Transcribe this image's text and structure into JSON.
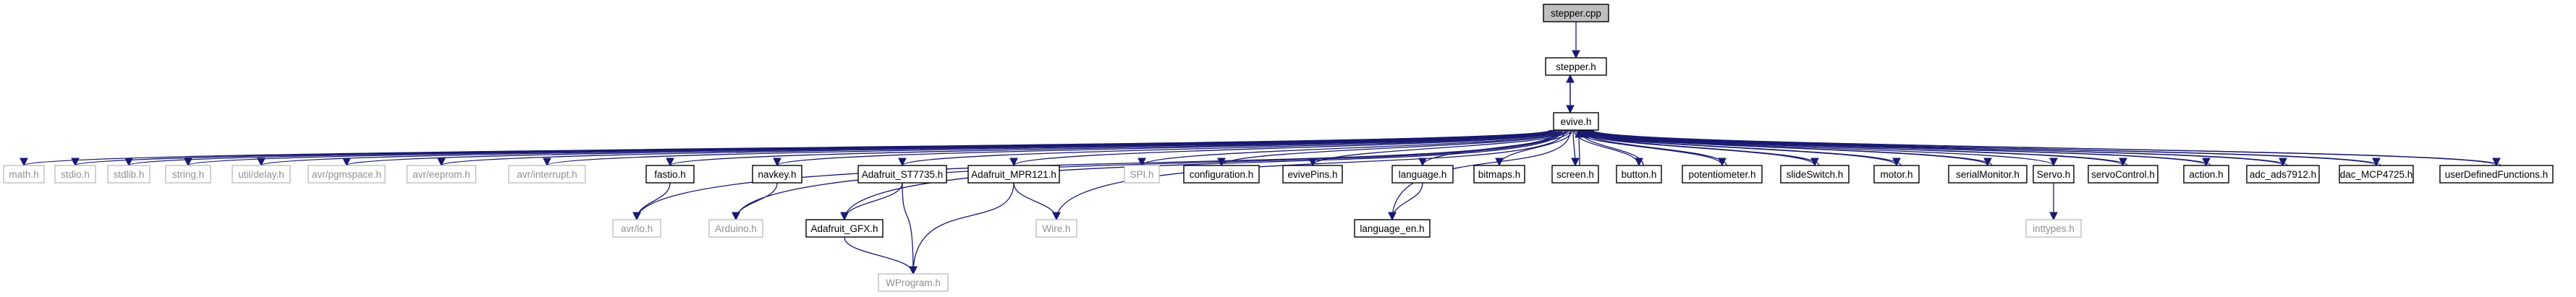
{
  "title": "stepper.cpp",
  "colors": {
    "edge": "#191970",
    "root_fill": "#bfbfbf",
    "root_stroke": "#000000",
    "documented_stroke": "#000000",
    "documented_text": "#000000",
    "external_stroke": "#bfbfbf",
    "external_text": "#909090",
    "node_fill": "#ffffff"
  },
  "nodes": [
    {
      "id": "n_stepper_cpp",
      "label": "stepper.cpp",
      "kind": "root"
    },
    {
      "id": "n_stepper_h",
      "label": "stepper.h",
      "kind": "documented"
    },
    {
      "id": "n_evive_h",
      "label": "evive.h",
      "kind": "documented"
    },
    {
      "id": "n_math_h",
      "label": "math.h",
      "kind": "external"
    },
    {
      "id": "n_stdio_h",
      "label": "stdio.h",
      "kind": "external"
    },
    {
      "id": "n_stdlib_h",
      "label": "stdlib.h",
      "kind": "external"
    },
    {
      "id": "n_string_h",
      "label": "string.h",
      "kind": "external"
    },
    {
      "id": "n_util_delay_h",
      "label": "util/delay.h",
      "kind": "external"
    },
    {
      "id": "n_avr_pgmspace_h",
      "label": "avr/pgmspace.h",
      "kind": "external"
    },
    {
      "id": "n_avr_eeprom_h",
      "label": "avr/eeprom.h",
      "kind": "external"
    },
    {
      "id": "n_avr_interrupt_h",
      "label": "avr/interrupt.h",
      "kind": "external"
    },
    {
      "id": "n_fastio_h",
      "label": "fastio.h",
      "kind": "documented"
    },
    {
      "id": "n_navkey_h",
      "label": "navkey.h",
      "kind": "documented"
    },
    {
      "id": "n_adafruit_st7735_h",
      "label": "Adafruit_ST7735.h",
      "kind": "documented"
    },
    {
      "id": "n_adafruit_mpr121_h",
      "label": "Adafruit_MPR121.h",
      "kind": "documented"
    },
    {
      "id": "n_spi_h",
      "label": "SPI.h",
      "kind": "external"
    },
    {
      "id": "n_configuration_h",
      "label": "configuration.h",
      "kind": "documented"
    },
    {
      "id": "n_evivepins_h",
      "label": "evivePins.h",
      "kind": "documented"
    },
    {
      "id": "n_language_h",
      "label": "language.h",
      "kind": "documented"
    },
    {
      "id": "n_bitmaps_h",
      "label": "bitmaps.h",
      "kind": "documented"
    },
    {
      "id": "n_screen_h",
      "label": "screen.h",
      "kind": "documented"
    },
    {
      "id": "n_button_h",
      "label": "button.h",
      "kind": "documented"
    },
    {
      "id": "n_potentiometer_h",
      "label": "potentiometer.h",
      "kind": "documented"
    },
    {
      "id": "n_slideswitch_h",
      "label": "slideSwitch.h",
      "kind": "documented"
    },
    {
      "id": "n_motor_h",
      "label": "motor.h",
      "kind": "documented"
    },
    {
      "id": "n_serialmonitor_h",
      "label": "serialMonitor.h",
      "kind": "documented"
    },
    {
      "id": "n_servo_h",
      "label": "Servo.h",
      "kind": "documented"
    },
    {
      "id": "n_servocontrol_h",
      "label": "servoControl.h",
      "kind": "documented"
    },
    {
      "id": "n_action_h",
      "label": "action.h",
      "kind": "documented"
    },
    {
      "id": "n_adc_ads7912_h",
      "label": "adc_ads7912.h",
      "kind": "documented"
    },
    {
      "id": "n_dac_mcp4725_h",
      "label": "dac_MCP4725.h",
      "kind": "documented"
    },
    {
      "id": "n_userdefinedfunctions_h",
      "label": "userDefinedFunctions.h",
      "kind": "documented"
    },
    {
      "id": "n_avr_io_h",
      "label": "avr/io.h",
      "kind": "external"
    },
    {
      "id": "n_arduino_h",
      "label": "Arduino.h",
      "kind": "external"
    },
    {
      "id": "n_adafruit_gfx_h",
      "label": "Adafruit_GFX.h",
      "kind": "documented"
    },
    {
      "id": "n_wire_h",
      "label": "Wire.h",
      "kind": "external"
    },
    {
      "id": "n_language_en_h",
      "label": "language_en.h",
      "kind": "documented"
    },
    {
      "id": "n_inttypes_h",
      "label": "inttypes.h",
      "kind": "external"
    },
    {
      "id": "n_wprogram_h",
      "label": "WProgram.h",
      "kind": "external"
    }
  ],
  "edges": [
    {
      "from": "n_stepper_cpp",
      "to": "n_stepper_h"
    },
    {
      "from": "n_stepper_h",
      "to": "n_evive_h"
    },
    {
      "from": "n_evive_h",
      "to": "n_stepper_h"
    },
    {
      "from": "n_evive_h",
      "to": "n_math_h"
    },
    {
      "from": "n_evive_h",
      "to": "n_stdio_h"
    },
    {
      "from": "n_evive_h",
      "to": "n_stdlib_h"
    },
    {
      "from": "n_evive_h",
      "to": "n_string_h"
    },
    {
      "from": "n_evive_h",
      "to": "n_util_delay_h"
    },
    {
      "from": "n_evive_h",
      "to": "n_avr_pgmspace_h"
    },
    {
      "from": "n_evive_h",
      "to": "n_avr_eeprom_h"
    },
    {
      "from": "n_evive_h",
      "to": "n_avr_interrupt_h"
    },
    {
      "from": "n_evive_h",
      "to": "n_fastio_h"
    },
    {
      "from": "n_evive_h",
      "to": "n_avr_io_h"
    },
    {
      "from": "n_evive_h",
      "to": "n_navkey_h"
    },
    {
      "from": "n_evive_h",
      "to": "n_arduino_h"
    },
    {
      "from": "n_evive_h",
      "to": "n_adafruit_st7735_h"
    },
    {
      "from": "n_evive_h",
      "to": "n_adafruit_gfx_h"
    },
    {
      "from": "n_evive_h",
      "to": "n_adafruit_mpr121_h"
    },
    {
      "from": "n_evive_h",
      "to": "n_wire_h"
    },
    {
      "from": "n_evive_h",
      "to": "n_spi_h"
    },
    {
      "from": "n_evive_h",
      "to": "n_configuration_h"
    },
    {
      "from": "n_evive_h",
      "to": "n_evivepins_h"
    },
    {
      "from": "n_evive_h",
      "to": "n_language_h"
    },
    {
      "from": "n_evive_h",
      "to": "n_language_en_h"
    },
    {
      "from": "n_evive_h",
      "to": "n_bitmaps_h"
    },
    {
      "from": "n_evive_h",
      "to": "n_screen_h"
    },
    {
      "from": "n_evive_h",
      "to": "n_button_h"
    },
    {
      "from": "n_evive_h",
      "to": "n_potentiometer_h"
    },
    {
      "from": "n_evive_h",
      "to": "n_slideswitch_h"
    },
    {
      "from": "n_evive_h",
      "to": "n_motor_h"
    },
    {
      "from": "n_evive_h",
      "to": "n_serialmonitor_h"
    },
    {
      "from": "n_evive_h",
      "to": "n_servo_h"
    },
    {
      "from": "n_evive_h",
      "to": "n_servocontrol_h"
    },
    {
      "from": "n_evive_h",
      "to": "n_action_h"
    },
    {
      "from": "n_evive_h",
      "to": "n_adc_ads7912_h"
    },
    {
      "from": "n_evive_h",
      "to": "n_dac_mcp4725_h"
    },
    {
      "from": "n_evive_h",
      "to": "n_userdefinedfunctions_h"
    },
    {
      "from": "n_fastio_h",
      "to": "n_avr_io_h"
    },
    {
      "from": "n_navkey_h",
      "to": "n_arduino_h"
    },
    {
      "from": "n_adafruit_st7735_h",
      "to": "n_adafruit_gfx_h"
    },
    {
      "from": "n_adafruit_st7735_h",
      "to": "n_wprogram_h"
    },
    {
      "from": "n_adafruit_gfx_h",
      "to": "n_wprogram_h"
    },
    {
      "from": "n_adafruit_mpr121_h",
      "to": "n_wire_h"
    },
    {
      "from": "n_adafruit_mpr121_h",
      "to": "n_wprogram_h"
    },
    {
      "from": "n_language_h",
      "to": "n_language_en_h"
    },
    {
      "from": "n_servo_h",
      "to": "n_inttypes_h"
    },
    {
      "from": "n_screen_h",
      "to": "n_evive_h"
    },
    {
      "from": "n_button_h",
      "to": "n_evive_h"
    },
    {
      "from": "n_potentiometer_h",
      "to": "n_evive_h"
    },
    {
      "from": "n_slideswitch_h",
      "to": "n_evive_h"
    },
    {
      "from": "n_motor_h",
      "to": "n_evive_h"
    },
    {
      "from": "n_serialmonitor_h",
      "to": "n_evive_h"
    },
    {
      "from": "n_servocontrol_h",
      "to": "n_evive_h"
    },
    {
      "from": "n_action_h",
      "to": "n_evive_h"
    },
    {
      "from": "n_adc_ads7912_h",
      "to": "n_evive_h"
    },
    {
      "from": "n_dac_mcp4725_h",
      "to": "n_evive_h"
    },
    {
      "from": "n_userdefinedfunctions_h",
      "to": "n_evive_h"
    }
  ]
}
